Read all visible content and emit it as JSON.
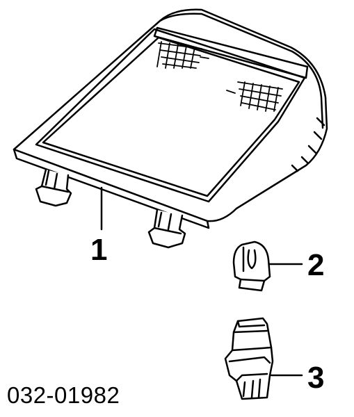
{
  "callouts": {
    "part_1": "1",
    "part_2": "2",
    "part_3": "3"
  },
  "diagram_code": "032-01982",
  "colors": {
    "line": "#000000",
    "background": "#ffffff"
  }
}
